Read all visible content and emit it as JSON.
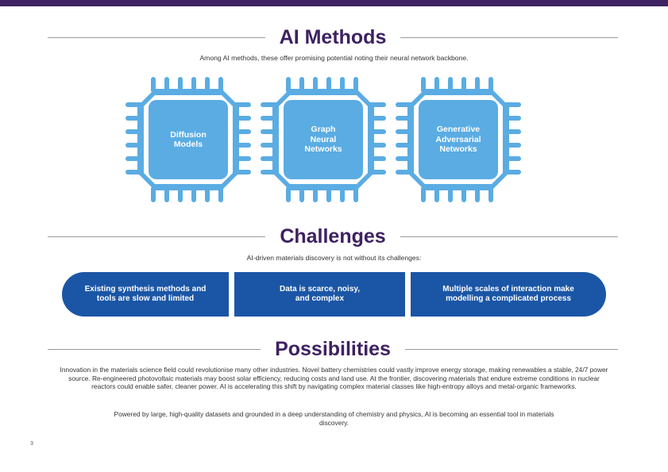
{
  "ai_methods": {
    "title": "AI Methods",
    "subtitle": "Among AI methods, these offer promising potential noting their neural network backbone.",
    "chips": [
      {
        "label": "Diffusion\nModels"
      },
      {
        "label": "Graph\nNeural\nNetworks"
      },
      {
        "label": "Generative\nAdversarial\nNetworks"
      }
    ],
    "chip_color": "#5aace3"
  },
  "challenges": {
    "title": "Challenges",
    "subtitle": "AI-driven materials discovery is not without its challenges:",
    "items": [
      {
        "label": "Existing synthesis methods and tools are slow and limited"
      },
      {
        "label": "Data is scarce, noisy, and complex"
      },
      {
        "label": "Multiple scales of interaction make modelling a complicated process"
      }
    ],
    "band_color": "#1b56a6"
  },
  "possibilities": {
    "title": "Possibilities",
    "paragraphs": [
      "Innovation in the materials science field could revolutionise many other industries. Novel battery chemistries could vastly improve energy storage, making renewables a stable, 24/7 power source. Re-engineered photovoltaic materials may boost solar efficiency, reducing costs and land use. At the frontier, discovering materials that endure extreme conditions in nuclear reactors could enable safer, cleaner power. AI is accelerating this shift by navigating complex material classes like high-entropy alloys and metal-organic frameworks.",
      "Powered by large, high-quality datasets and grounded in a deep understanding of chemistry and physics, AI is becoming an essential tool in materials discovery."
    ]
  },
  "page_number": "3"
}
